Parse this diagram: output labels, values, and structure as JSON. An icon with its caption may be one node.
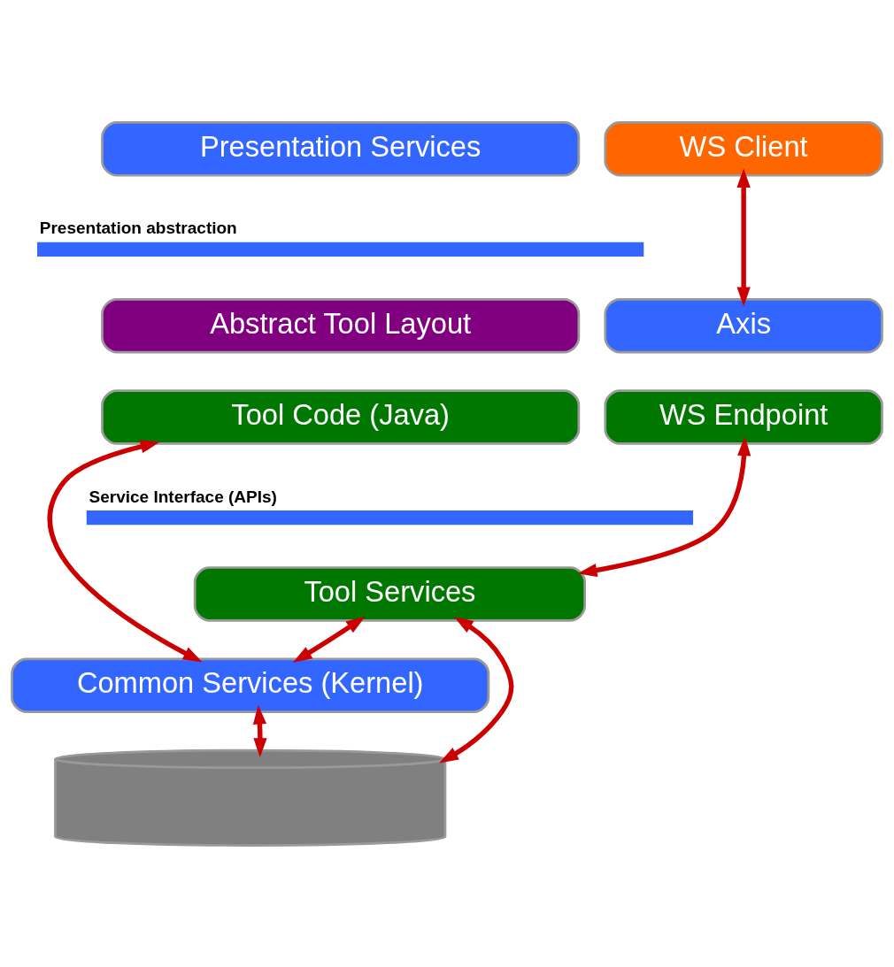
{
  "diagram": {
    "nodes": [
      {
        "text": [
          "Presentation Services"
        ]
      },
      {
        "text": [
          "WS Client"
        ]
      },
      {
        "text": [
          "Presentation abstraction"
        ]
      },
      {
        "text": [
          "Abstract Tool Layout"
        ]
      },
      {
        "text": [
          "Axis"
        ]
      },
      {
        "text": [
          "Tool Code (Java)"
        ]
      },
      {
        "text": [
          "WS Endpoint"
        ]
      },
      {
        "text": [
          "Service Interface (APIs)"
        ]
      },
      {
        "text": [
          "Tool Services"
        ]
      },
      {
        "text": [
          "Common Services (Kernel)"
        ]
      },
      {
        "text": [],
        "shape": "cylinder"
      }
    ],
    "edges": [
      {
        "from": 1,
        "to": 4,
        "arrow": "both"
      },
      {
        "from": 5,
        "to": 9,
        "arrow": "both"
      },
      {
        "from": 6,
        "to": 8,
        "arrow": "both"
      },
      {
        "from": 8,
        "to": 9,
        "arrow": "both"
      },
      {
        "from": 9,
        "to": 10,
        "arrow": "both"
      },
      {
        "from": 8,
        "to": 10,
        "arrow": "both"
      }
    ]
  }
}
